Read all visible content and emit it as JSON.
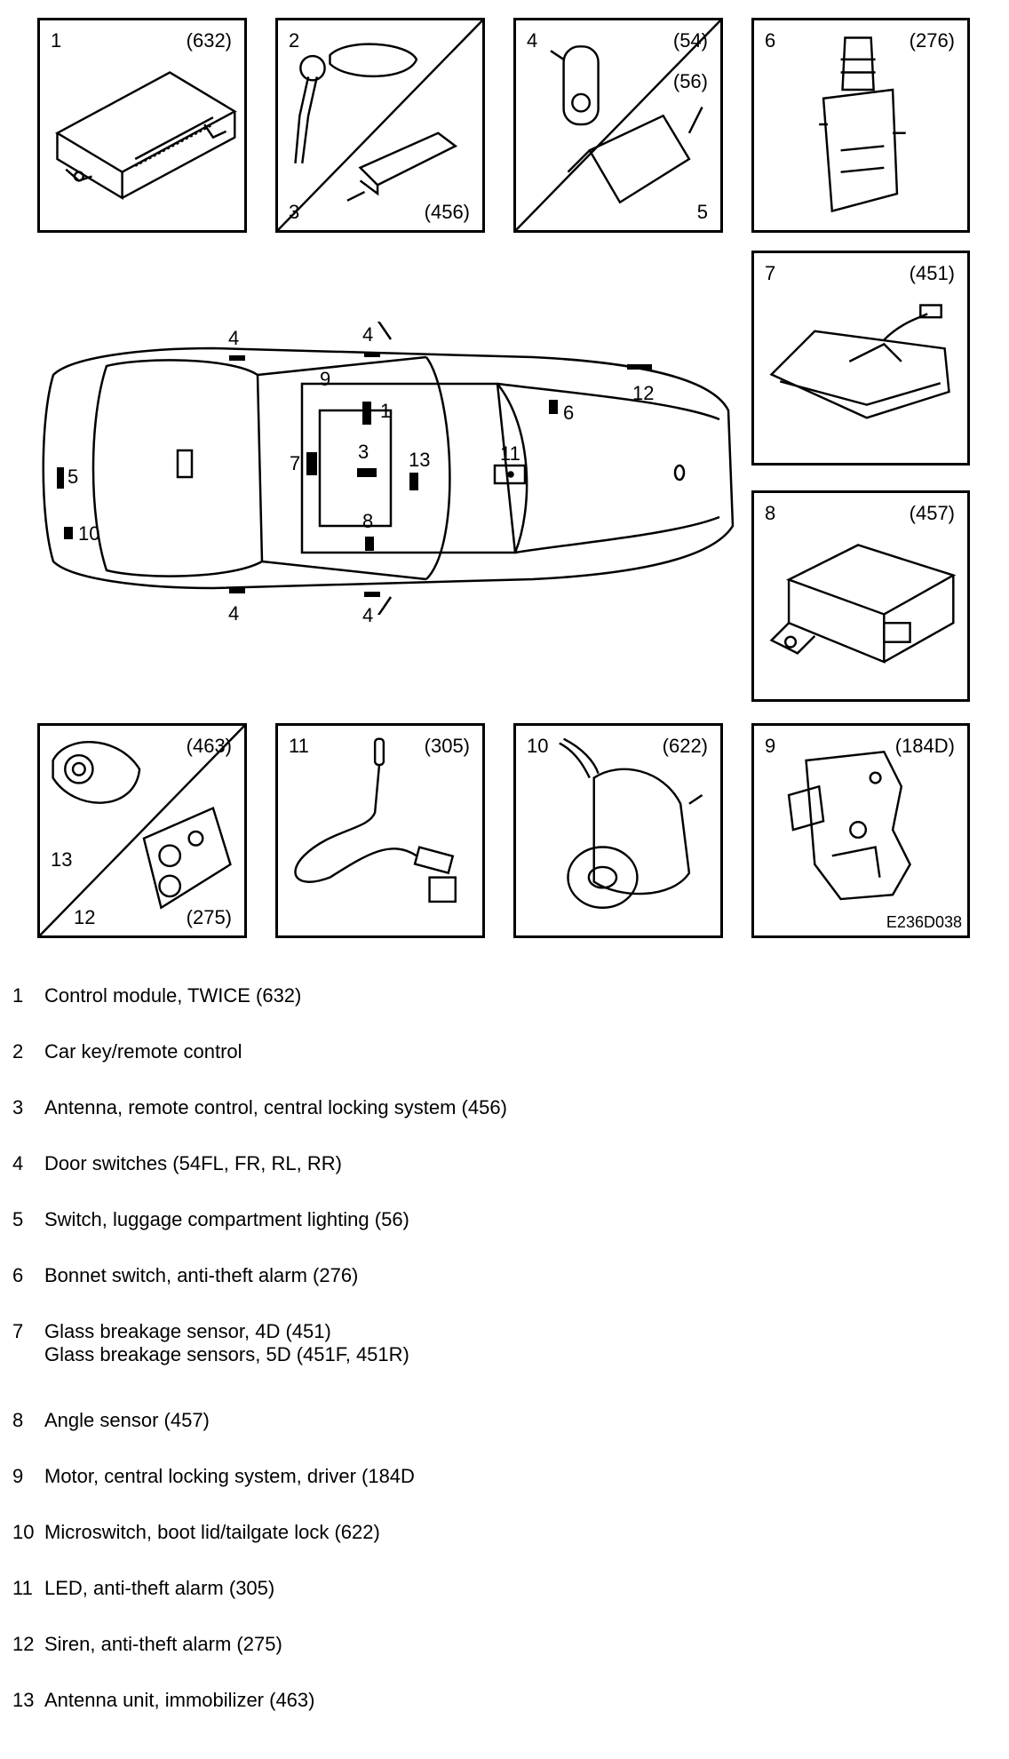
{
  "panels": [
    {
      "id": "p1",
      "num": "1",
      "code": "(632)"
    },
    {
      "id": "p2",
      "num": "2",
      "num2": "3",
      "code": "(456)"
    },
    {
      "id": "p4",
      "num": "4",
      "code": "(54)",
      "num2": "5",
      "code2": "(56)"
    },
    {
      "id": "p6",
      "num": "6",
      "code": "(276)"
    },
    {
      "id": "p7",
      "num": "7",
      "code": "(451)"
    },
    {
      "id": "p8",
      "num": "8",
      "code": "(457)"
    },
    {
      "id": "p13",
      "num": "13",
      "num2": "12",
      "code": "(463)",
      "code2": "(275)"
    },
    {
      "id": "p11",
      "num": "11",
      "code": "(305)"
    },
    {
      "id": "p10",
      "num": "10",
      "code": "(622)"
    },
    {
      "id": "p9",
      "num": "9",
      "code": "(184D)",
      "figure_id": "E236D038"
    }
  ],
  "car_labels": {
    "door_fl": "4",
    "door_fr": "4",
    "door_rl": "4",
    "door_rr": "4",
    "l1": "1",
    "l3": "3",
    "l13": "13",
    "l7": "7",
    "l8": "8",
    "l9": "9",
    "l11": "11",
    "l12": "12",
    "l6": "6",
    "l5": "5",
    "l10": "10"
  },
  "legend": [
    {
      "num": "1",
      "text": "Control module, TWICE (632)"
    },
    {
      "num": "2",
      "text": "Car key/remote control"
    },
    {
      "num": "3",
      "text": "Antenna, remote control, central locking system (456)"
    },
    {
      "num": "4",
      "text": "Door switches (54FL, FR, RL, RR)"
    },
    {
      "num": "5",
      "text": "Switch, luggage compartment lighting (56)"
    },
    {
      "num": "6",
      "text": "Bonnet switch, anti-theft alarm (276)"
    },
    {
      "num": "7",
      "text": "Glass breakage sensor, 4D (451)",
      "text2": "Glass breakage sensors, 5D (451F, 451R)"
    },
    {
      "num": "8",
      "text": "Angle sensor (457)"
    },
    {
      "num": "9",
      "text": "Motor, central locking system, driver (184D"
    },
    {
      "num": "10",
      "text": "Microswitch, boot lid/tailgate lock (622)"
    },
    {
      "num": "11",
      "text": "LED, anti-theft alarm (305)"
    },
    {
      "num": "12",
      "text": "Siren, anti-theft alarm (275)"
    },
    {
      "num": "13",
      "text": "Antenna unit, immobilizer (463)"
    }
  ]
}
